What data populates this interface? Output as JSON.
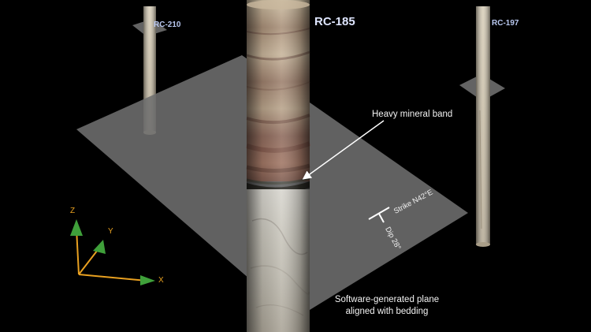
{
  "boreholes": {
    "main": "RC-185",
    "left": "RC-210",
    "right": "RC-197"
  },
  "annotations": {
    "heavy_mineral": "Heavy mineral band",
    "plane_line1": "Software-generated plane",
    "plane_line2": "aligned with bedding",
    "strike": "Strike N42°E",
    "dip": "Dip 28°"
  },
  "axes": {
    "x": "X",
    "y": "Y",
    "z": "Z"
  },
  "colors": {
    "plane": "#6e6e6e",
    "axis_label": "#e8a020",
    "borehole_label": "#b9c8f0"
  }
}
